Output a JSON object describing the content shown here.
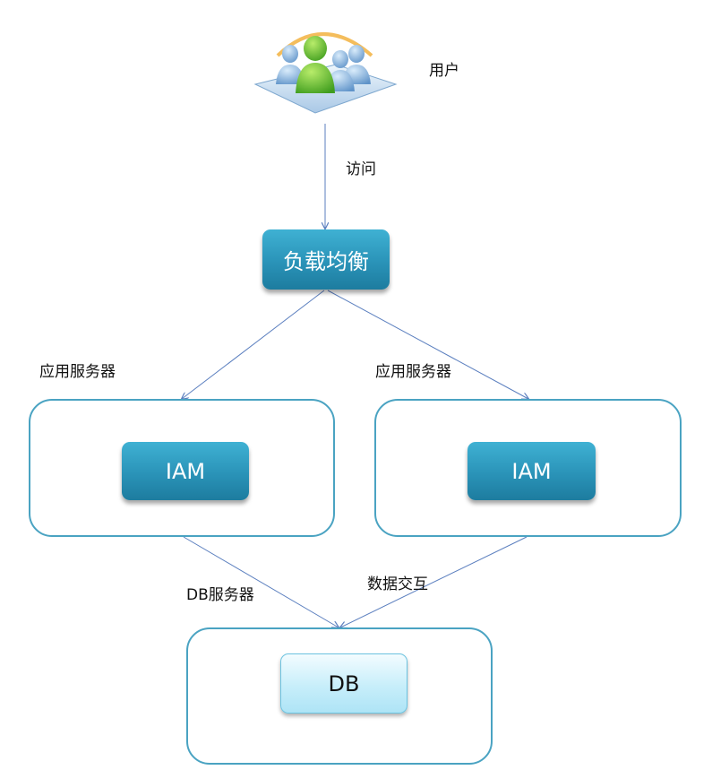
{
  "labels": {
    "user": "用户",
    "visit": "访问",
    "app_server_left": "应用服务器",
    "app_server_right": "应用服务器",
    "db_server": "DB服务器",
    "data_exchange": "数据交互"
  },
  "nodes": {
    "load_balancer": "负载均衡",
    "iam_left": "IAM",
    "iam_right": "IAM",
    "db": "DB"
  },
  "icons": {
    "users": "users-group-icon"
  },
  "colors": {
    "node_fill": "#2a93b8",
    "frame_border": "#4aa3c2",
    "connector": "#5b7fbf",
    "db_fill": "#c7eefa"
  }
}
